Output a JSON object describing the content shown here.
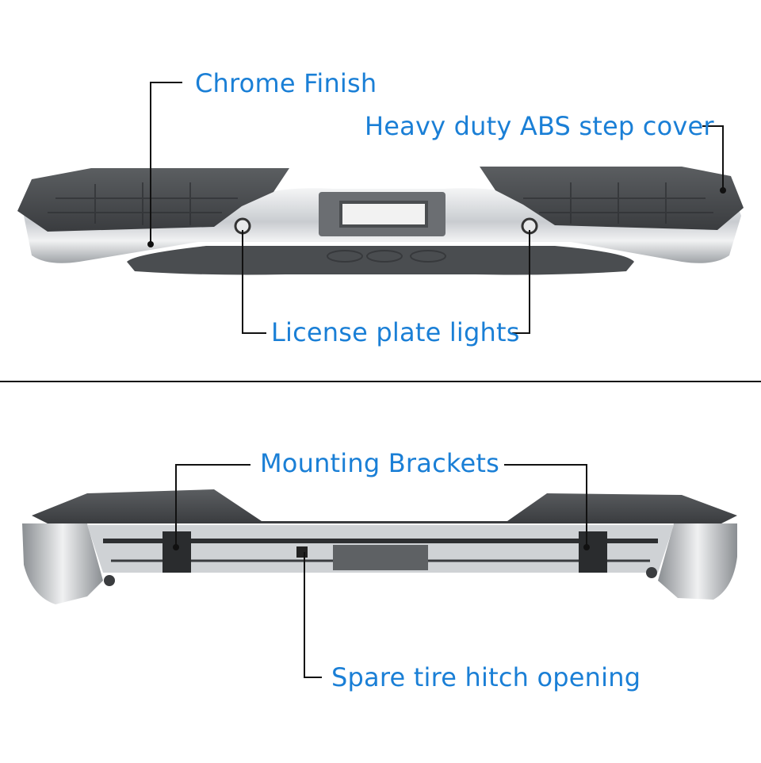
{
  "top_panel": {
    "callouts": {
      "chrome_finish": "Chrome Finish",
      "step_cover": "Heavy duty ABS step cover",
      "license_lights": "License plate lights"
    }
  },
  "bottom_panel": {
    "callouts": {
      "mounting_brackets": "Mounting Brackets",
      "spare_tire": "Spare tire hitch opening"
    }
  },
  "colors": {
    "label": "#1a7fd6",
    "step_pad": "#4b4e51",
    "chrome": "#d8dadc",
    "leader_line": "#111111"
  }
}
